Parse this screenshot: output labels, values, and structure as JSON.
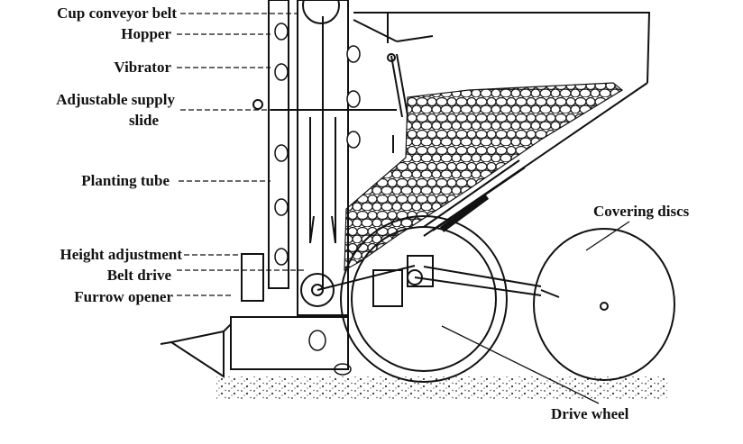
{
  "labels": {
    "cup_conveyor_belt": "Cup conveyor belt",
    "hopper": "Hopper",
    "vibrator": "Vibrator",
    "adjustable_supply_line1": "Adjustable supply",
    "adjustable_supply_line2": "slide",
    "planting_tube": "Planting tube",
    "height_adjustment": "Height adjustment",
    "belt_drive": "Belt drive",
    "furrow_opener": "Furrow opener",
    "covering_discs": "Covering discs",
    "drive_wheel": "Drive wheel"
  },
  "colors": {
    "ink": "#111111",
    "background": "#ffffff"
  }
}
